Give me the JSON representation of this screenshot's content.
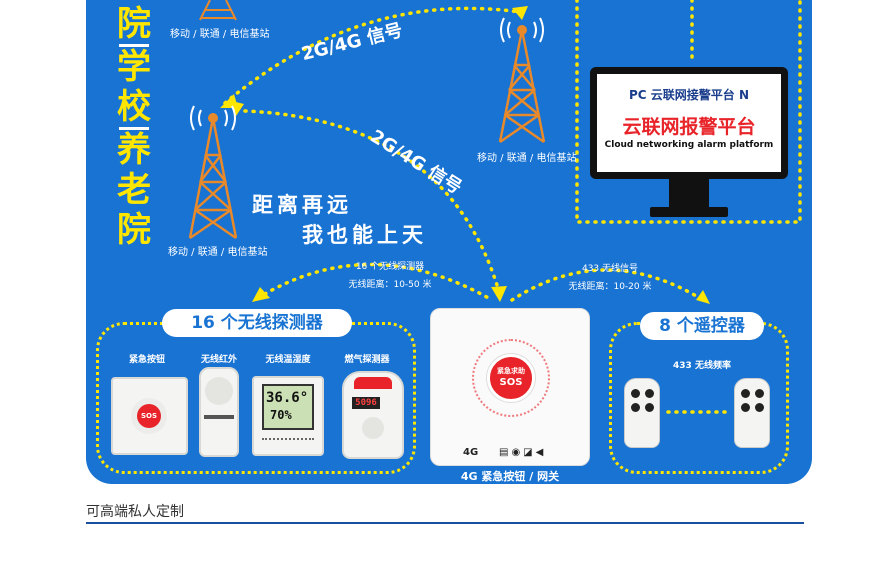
{
  "vertical_text": [
    "院",
    "学校",
    "养老院"
  ],
  "towers": {
    "top_left_label": "移动 / 联通 / 电信基站",
    "top_right_label": "移动 / 联通 / 电信基站",
    "bottom_left_label": "移动 / 联通 / 电信基站"
  },
  "signals": {
    "upper": "2G/4G 信号",
    "lower": "2G/4G 信号"
  },
  "slogan": {
    "line1": "距离再远",
    "line2": "我也能上天"
  },
  "monitor": {
    "line1": "PC 云联网接警平台 N",
    "line2": "云联网报警平台",
    "line3": "Cloud networking alarm platform"
  },
  "links": {
    "left_line1": "16 个无线探测器",
    "left_line2": "无线距离：10-50 米",
    "right_line1": "433 无线信号",
    "right_line2": "无线距离：10-20 米"
  },
  "detectors": {
    "title": "16 个无线探测器",
    "items": [
      "紧急按钮",
      "无线红外",
      "无线温湿度",
      "燃气探测器"
    ],
    "sos_button_text": "SOS",
    "thermo_temp": "36.6°",
    "thermo_hum": "70%",
    "gas_display": "5096"
  },
  "gateway": {
    "button_line1": "紧急求助",
    "button_line2": "SOS",
    "status_text": "4G",
    "label": "4G 紧急按钮 / 网关"
  },
  "remotes": {
    "title": "8 个遥控器",
    "freq": "433 无线频率"
  },
  "footer": {
    "text": "可高端私人定制"
  },
  "colors": {
    "panel_blue": "#1873d3",
    "accent_yellow": "#ffe600",
    "tower_orange": "#e8892a",
    "alarm_red": "#e8242a"
  }
}
